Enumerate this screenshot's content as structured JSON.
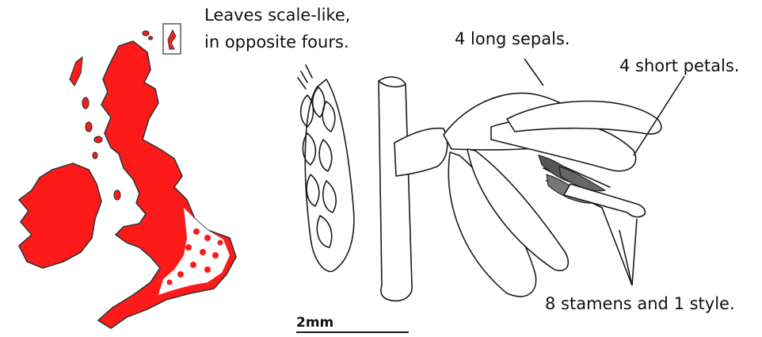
{
  "labels": {
    "leaves_line1": "Leaves scale-like,",
    "leaves_line2": "in opposite fours.",
    "sepals": "4 long sepals.",
    "petals": "4 short petals.",
    "stamens": "8 stamens and 1 style."
  },
  "scale_bar": {
    "label": "2mm"
  },
  "map": {
    "region": "Britain and Ireland",
    "fill_color": "#ff1a1a",
    "outline_color": "#333333"
  },
  "colors": {
    "ink": "#1a1a1a",
    "distribution": "#ff1a1a"
  }
}
